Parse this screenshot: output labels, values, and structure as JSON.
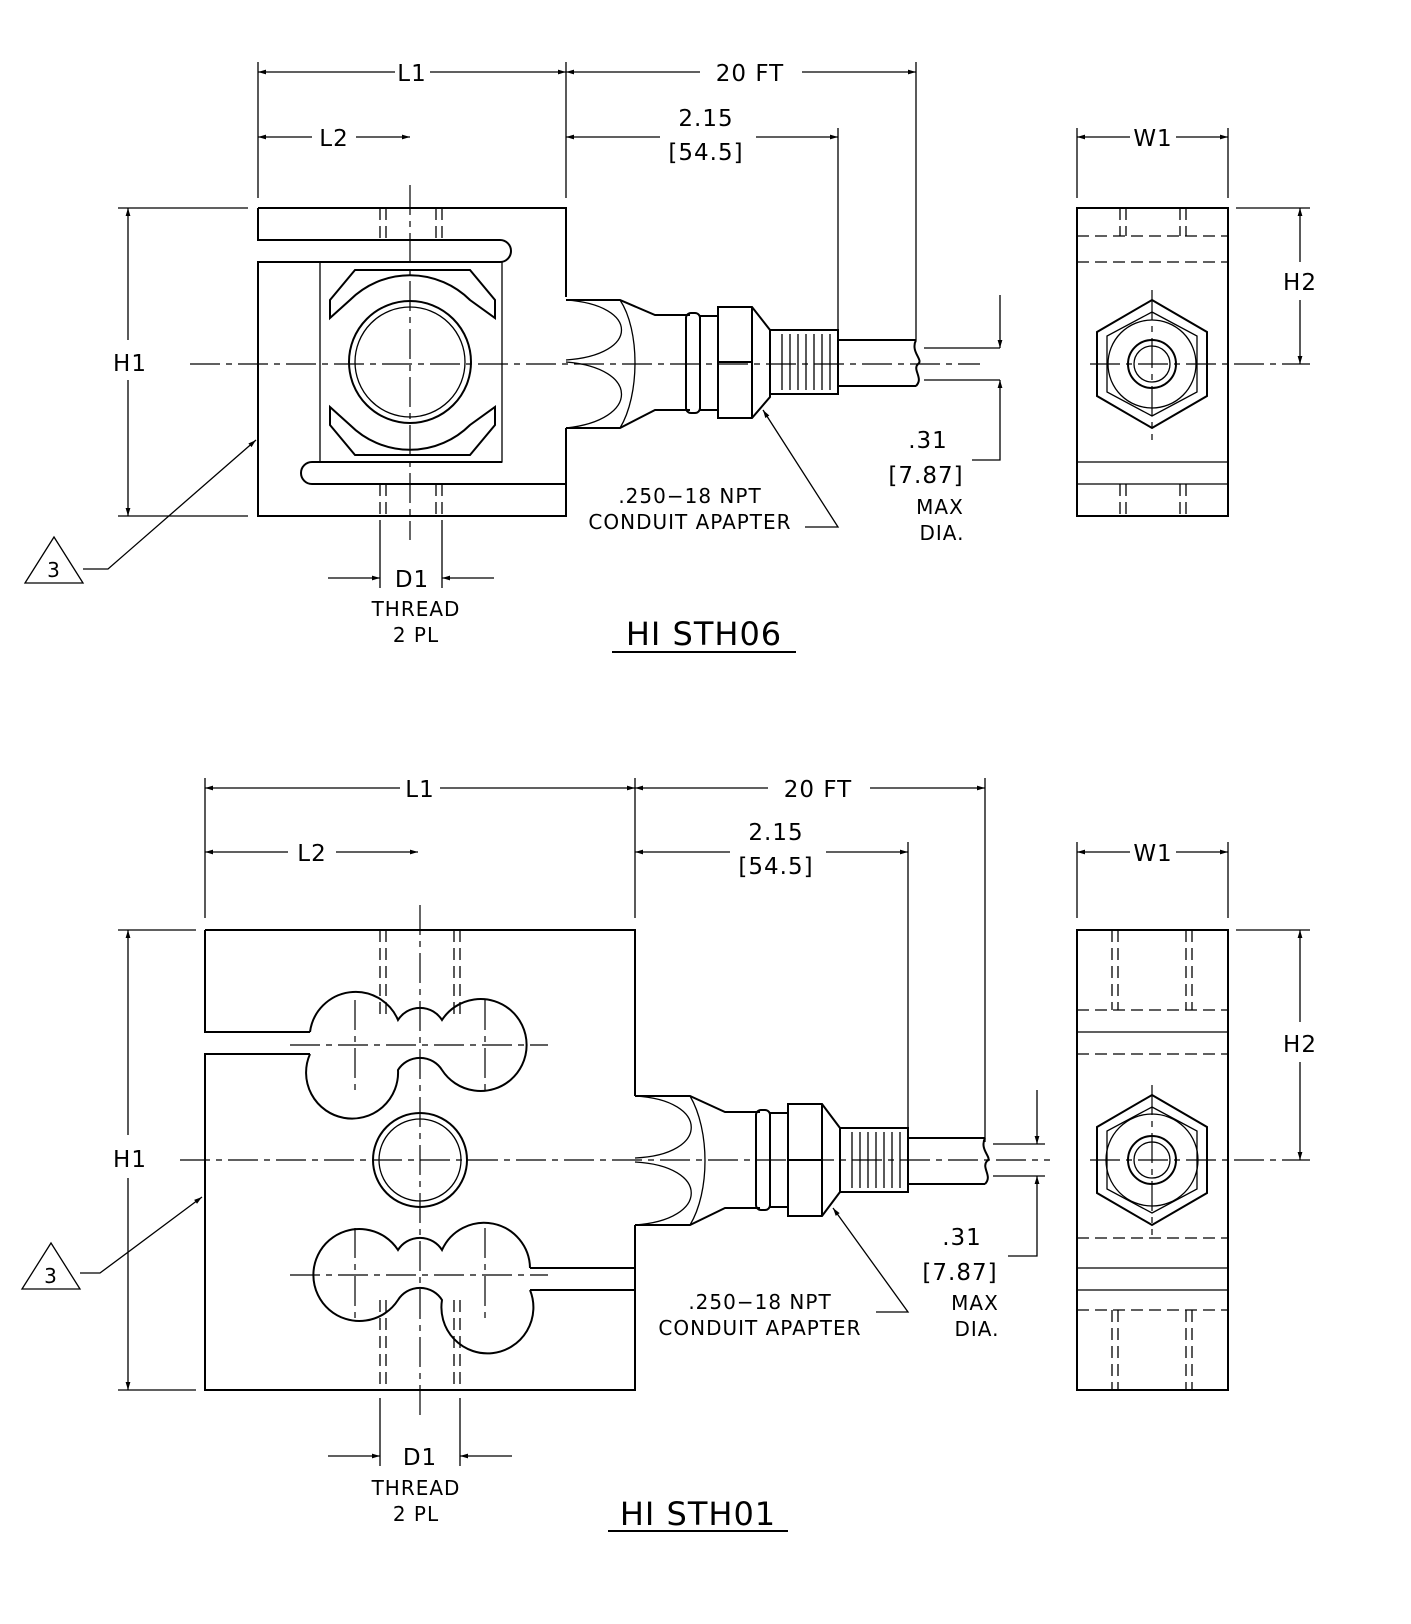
{
  "sth06": {
    "title": "HI STH06",
    "L1": "L1",
    "L2": "L2",
    "cable_length": "20 FT",
    "offset_in": "2.15",
    "offset_mm": "[54.5]",
    "H1": "H1",
    "H2": "H2",
    "W1": "W1",
    "D1": "D1",
    "thread": "THREAD",
    "places": "2 PL",
    "note_ref": "3",
    "adapter_line1": ".250−18 NPT",
    "adapter_line2": "CONDUIT APAPTER",
    "dia_in": ".31",
    "dia_mm": "[7.87]",
    "dia_max": "MAX",
    "dia_label": "DIA."
  },
  "sth01": {
    "title": "HI STH01",
    "L1": "L1",
    "L2": "L2",
    "cable_length": "20 FT",
    "offset_in": "2.15",
    "offset_mm": "[54.5]",
    "H1": "H1",
    "H2": "H2",
    "W1": "W1",
    "D1": "D1",
    "thread": "THREAD",
    "places": "2 PL",
    "note_ref": "3",
    "adapter_line1": ".250−18 NPT",
    "adapter_line2": "CONDUIT APAPTER",
    "dia_in": ".31",
    "dia_mm": "[7.87]",
    "dia_max": "MAX",
    "dia_label": "DIA."
  }
}
